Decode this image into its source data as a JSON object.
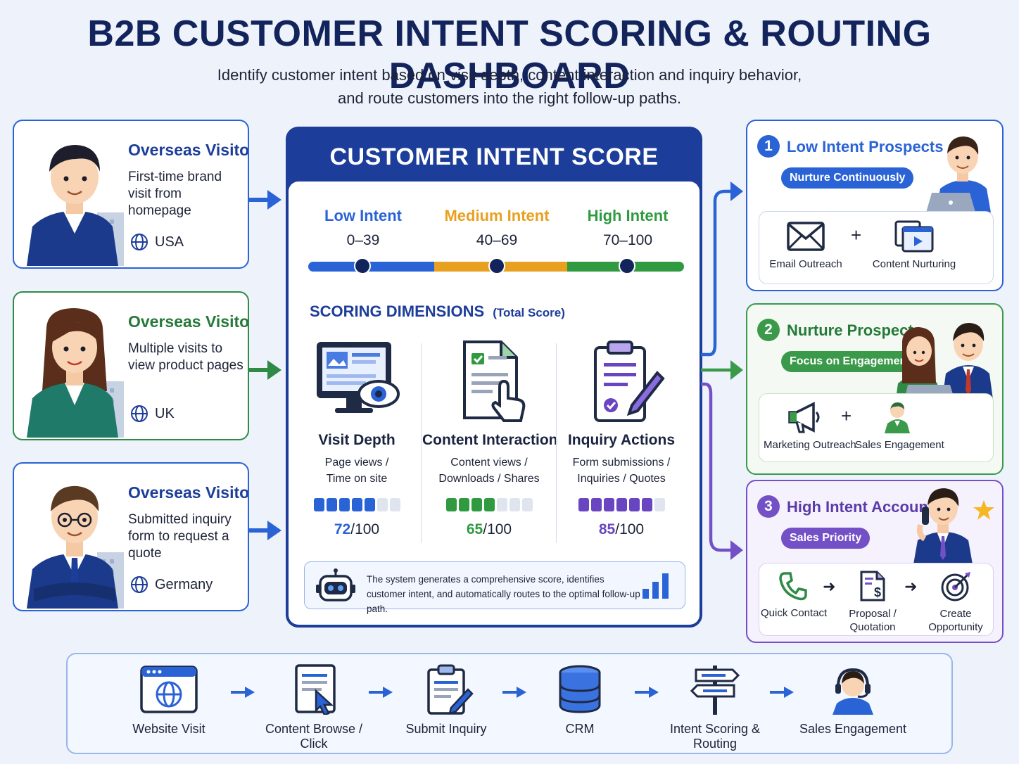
{
  "header": {
    "title": "B2B CUSTOMER INTENT SCORING & ROUTING DASHBOARD",
    "subtitle_line1": "Identify customer intent based on visit depth, content interaction and inquiry behavior,",
    "subtitle_line2": "and route customers into the right follow-up paths."
  },
  "visitors": [
    {
      "name": "Overseas Visitor A",
      "desc": "First-time brand visit from homepage",
      "country": "USA",
      "color": "#2a63d6"
    },
    {
      "name": "Overseas Visitor B",
      "desc": "Multiple visits to view product pages",
      "country": "UK",
      "color": "#2f8a45"
    },
    {
      "name": "Overseas Visitor C",
      "desc": "Submitted inquiry form to request a quote",
      "country": "Germany",
      "color": "#2a63d6"
    }
  ],
  "score_card": {
    "title": "CUSTOMER INTENT SCORE",
    "levels": [
      {
        "name": "Low Intent",
        "range": "0–39",
        "color": "#2a63d6"
      },
      {
        "name": "Medium Intent",
        "range": "40–69",
        "color": "#e8a020"
      },
      {
        "name": "High Intent",
        "range": "70–100",
        "color": "#2f9a40"
      }
    ],
    "dimensions_title": "SCORING DIMENSIONS",
    "dimensions_note": "(Total Score)",
    "dimensions": [
      {
        "name": "Visit Depth",
        "desc_line1": "Page views /",
        "desc_line2": "Time on site",
        "score": 72,
        "max_label": "/100",
        "filled_segments": 5,
        "total_segments": 7,
        "color": "#2a63d6"
      },
      {
        "name": "Content Interaction",
        "desc_line1": "Content views /",
        "desc_line2": "Downloads / Shares",
        "score": 65,
        "max_label": "/100",
        "filled_segments": 4,
        "total_segments": 7,
        "color": "#2f9a40"
      },
      {
        "name": "Inquiry Actions",
        "desc_line1": "Form submissions /",
        "desc_line2": "Inquiries / Quotes",
        "score": 85,
        "max_label": "/100",
        "filled_segments": 6,
        "total_segments": 7,
        "color": "#6a45c2"
      }
    ],
    "system_note": "The system generates a comprehensive score, identifies customer intent, and automatically routes to the optimal follow-up path."
  },
  "routes": [
    {
      "number": "1",
      "title": "Low Intent Prospects",
      "pill": "Nurture Continuously",
      "color": "#2a63d6",
      "actions": [
        "Email Outreach",
        "Content Nurturing"
      ]
    },
    {
      "number": "2",
      "title": "Nurture Prospects",
      "pill": "Focus on Engagement",
      "color": "#3a9a4a",
      "actions": [
        "Marketing Outreach",
        "Sales Engagement"
      ]
    },
    {
      "number": "3",
      "title": "High Intent Accounts",
      "pill": "Sales Priority",
      "color": "#7450c7",
      "actions": [
        "Quick Contact",
        "Proposal / Quotation",
        "Create Opportunity"
      ]
    }
  ],
  "symbols": {
    "plus": "+",
    "arrow": "➜"
  },
  "flow": [
    {
      "label": "Website Visit",
      "icon": "browser-globe-icon"
    },
    {
      "label": "Content Browse / Click",
      "icon": "document-cursor-icon"
    },
    {
      "label": "Submit Inquiry",
      "icon": "clipboard-pen-icon"
    },
    {
      "label": "CRM",
      "icon": "database-icon"
    },
    {
      "label": "Intent Scoring & Routing",
      "icon": "signpost-icon"
    },
    {
      "label": "Sales Engagement",
      "icon": "headset-agent-icon"
    }
  ]
}
